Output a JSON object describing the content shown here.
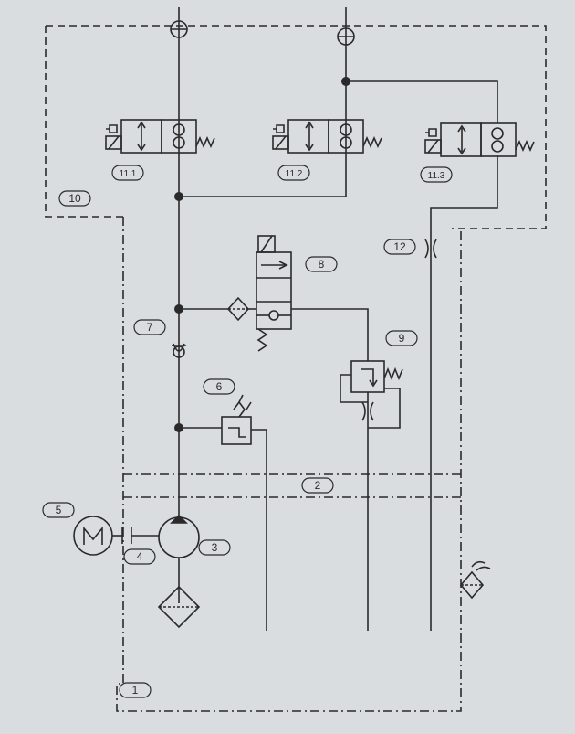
{
  "diagram": {
    "labels": {
      "1": "1",
      "2": "2",
      "3": "3",
      "4": "4",
      "5": "5",
      "6": "6",
      "7": "7",
      "8": "8",
      "9": "9",
      "10": "10",
      "11_1": "11.1",
      "11_2": "11.2",
      "11_3": "11.3",
      "12": "12"
    },
    "colors": {
      "background": "#d9dde0",
      "line": "#2a2a2a"
    }
  }
}
